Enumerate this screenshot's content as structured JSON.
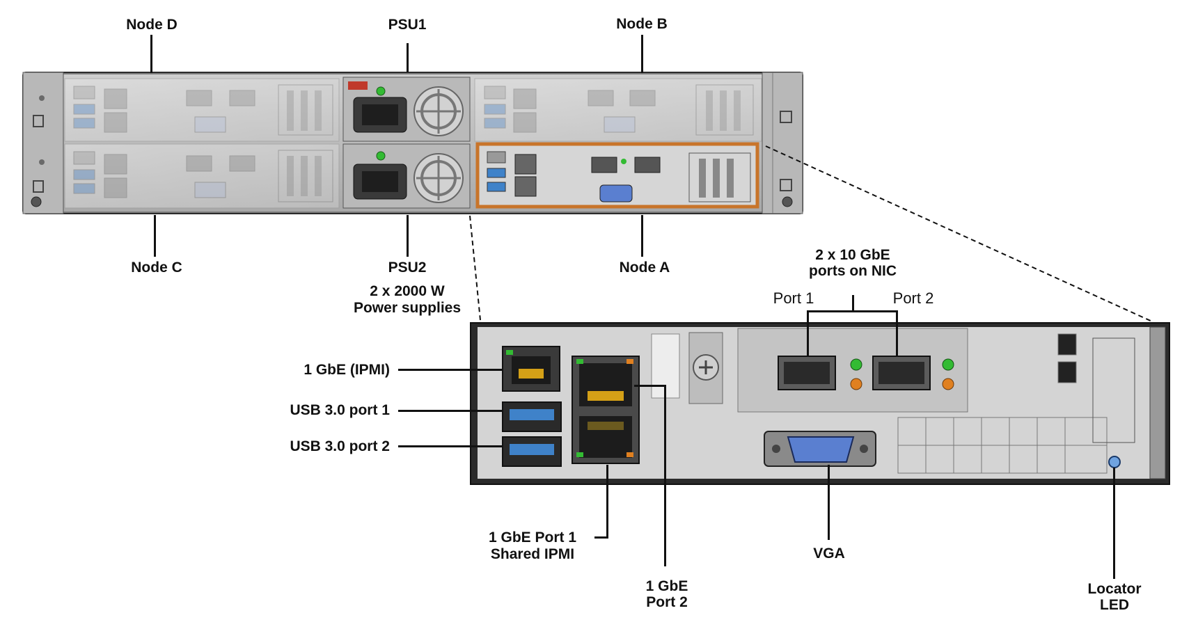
{
  "chassis_labels": {
    "node_d": "Node D",
    "psu1": "PSU1",
    "node_b": "Node B",
    "node_c": "Node C",
    "psu2": "PSU2",
    "node_a": "Node A",
    "power_supplies_line1": "2 x 2000 W",
    "power_supplies_line2": "Power supplies"
  },
  "node_labels": {
    "gbe_ipmi": "1 GbE (IPMI)",
    "usb_port1": "USB 3.0 port 1",
    "usb_port2": "USB 3.0 port 2",
    "nic_line1": "2 x 10 GbE",
    "nic_line2": "ports on NIC",
    "nic_port1": "Port 1",
    "nic_port2": "Port 2",
    "gbe_port1_line1": "1 GbE Port 1",
    "gbe_port1_line2": "Shared IPMI",
    "gbe_port2_line1": "1 GbE",
    "gbe_port2_line2": "Port 2",
    "vga": "VGA",
    "locator_line1": "Locator",
    "locator_line2": "LED"
  },
  "colors": {
    "highlight": "#c8742a",
    "chassis": "#8e8e8e",
    "port_usb": "#3f82c9",
    "vga_port": "#5a7fd0",
    "led_green": "#33bb33",
    "led_orange": "#e08020"
  }
}
